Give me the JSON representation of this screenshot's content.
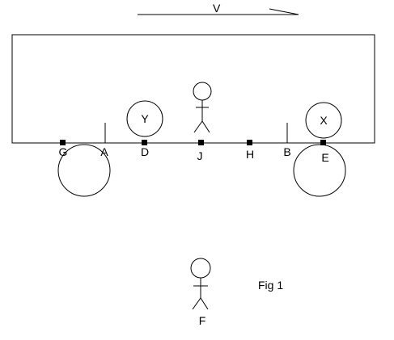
{
  "diagram": {
    "velocity_label": "V",
    "points": {
      "G": "G",
      "A": "A",
      "D": "D",
      "J": "J",
      "H": "H",
      "B": "B",
      "E": "E",
      "F": "F"
    },
    "ball_left": "Y",
    "ball_right": "X",
    "caption": "Fig 1"
  }
}
